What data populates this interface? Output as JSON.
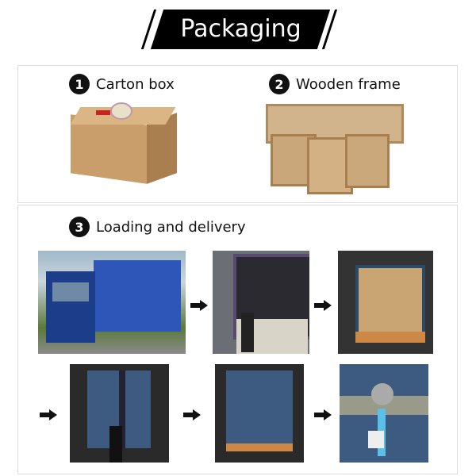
{
  "header": {
    "title": "Packaging"
  },
  "sections": [
    {
      "number": "1",
      "label": "Carton box"
    },
    {
      "number": "2",
      "label": "Wooden frame"
    },
    {
      "number": "3",
      "label": "Loading and delivery"
    }
  ],
  "photos": [
    "truck",
    "container-loading",
    "loaded-container",
    "container-doors-closing",
    "container-closed",
    "container-seal"
  ],
  "icons": {
    "arrow": "arrow-right-icon"
  }
}
